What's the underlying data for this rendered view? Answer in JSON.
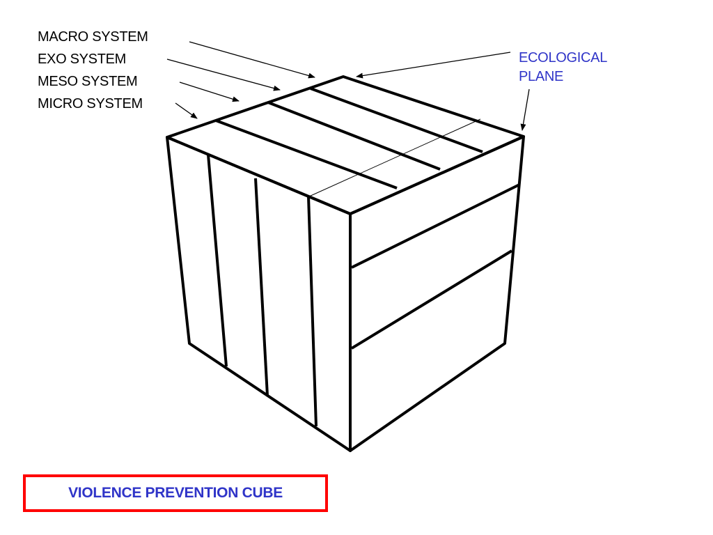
{
  "labels": {
    "macro": "MACRO SYSTEM",
    "exo": "EXO SYSTEM",
    "meso": "MESO SYSTEM",
    "micro": "MICRO SYSTEM"
  },
  "ecological": {
    "line1": "ECOLOGICAL",
    "line2": "PLANE"
  },
  "title": "VIOLENCE PREVENTION CUBE",
  "colors": {
    "label_blue": "#2f34c8",
    "title_border": "#ff0000",
    "lines": "#000000"
  }
}
